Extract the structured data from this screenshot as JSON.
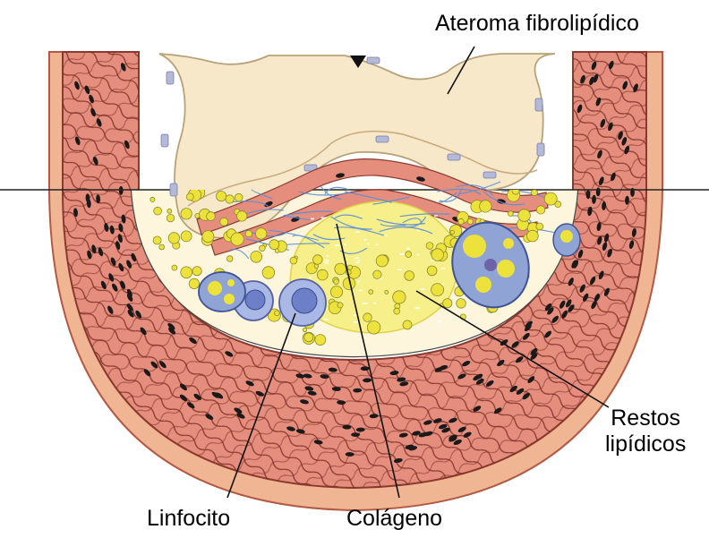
{
  "labels": {
    "ateroma": "Ateroma fibrolipídico",
    "restos_line1": "Restos",
    "restos_line2": "lipídicos",
    "linfocito": "Linfocito",
    "colageno": "Colágeno"
  },
  "structures": [
    "outer-adventitia-band",
    "smooth-muscle-media-layer",
    "intima-lining",
    "lumen",
    "fibrolipid-atheroma-cap",
    "collagen-fibers",
    "lipid-core",
    "lymphocytes",
    "foam-cells",
    "lipid-droplets"
  ],
  "colors": {
    "adventitia": "#f0b592",
    "media": "#e58e7d",
    "muscle_lines": "#7a2b25",
    "nuclei": "#1a1a1a",
    "atheroma": "#f6e8c9",
    "lipid_core": "#f7f08a",
    "lipid_drop": "#ede23c",
    "collagen": "#5b8fd6",
    "lymphocyte": "#aab8e6",
    "foam_cell": "#8fa3d4"
  }
}
